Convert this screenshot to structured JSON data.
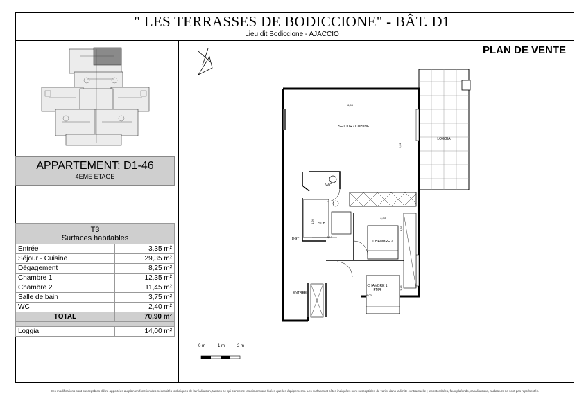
{
  "header": {
    "title": "\" LES TERRASSES DE BODICCIONE\"  -  BÂT.  D1",
    "subtitle": "Lieu dit Bodiccione - AJACCIO",
    "plan_label": "PLAN DE VENTE"
  },
  "apartment": {
    "name": "APPARTEMENT: D1-46",
    "floor": "4EME ETAGE"
  },
  "surfaces": {
    "type": "T3",
    "heading": "Surfaces habitables",
    "rows": [
      {
        "label": "Entrée",
        "value": "3,35 m²"
      },
      {
        "label": "Séjour - Cuisine",
        "value": "29,35 m²"
      },
      {
        "label": "Dégagement",
        "value": "8,25 m²"
      },
      {
        "label": "Chambre 1",
        "value": "12,35 m²"
      },
      {
        "label": "Chambre 2",
        "value": "11,45 m²"
      },
      {
        "label": "Salle de bain",
        "value": "3,75 m²"
      },
      {
        "label": "WC",
        "value": "2,40 m²"
      }
    ],
    "total_label": "TOTAL",
    "total_value": "70,90 m²",
    "loggia_label": "Loggia",
    "loggia_value": "14,00 m²"
  },
  "plan": {
    "rooms": {
      "sejour": "SEJOUR / CUISINE",
      "loggia": "LOGGIA",
      "wc": "W.C",
      "sdb": "SDB",
      "dgt": "DGT",
      "chambre2": "CHAMBRE 2",
      "chambre1": "CHAMBRE 1",
      "pmr": "PMR",
      "entree": "ENTREE"
    },
    "dimensions": {
      "sejour_width": "6,53",
      "sejour_height": "3,32",
      "ch2_width": "3,33",
      "ch2_height": "3,39",
      "sdb_height": "1,99",
      "sdb_width": "2,10",
      "ch1_width": "3,45",
      "ch1_height": "4,00"
    }
  },
  "scale": {
    "ticks": [
      "0 m",
      "1 m",
      "2 m"
    ]
  },
  "footer": "Des modifications sont susceptibles d'être apportées au plan en fonction des nécessités techniques de la réalisation, tant en ce qui concerne les dimensions fixées que les équipements. Les surfaces et côtes indiquées sont susceptibles de varier dans la limite contractuelle ; les retombées, faux plafonds, canalisations, radiateurs ne sont pas représentés."
}
